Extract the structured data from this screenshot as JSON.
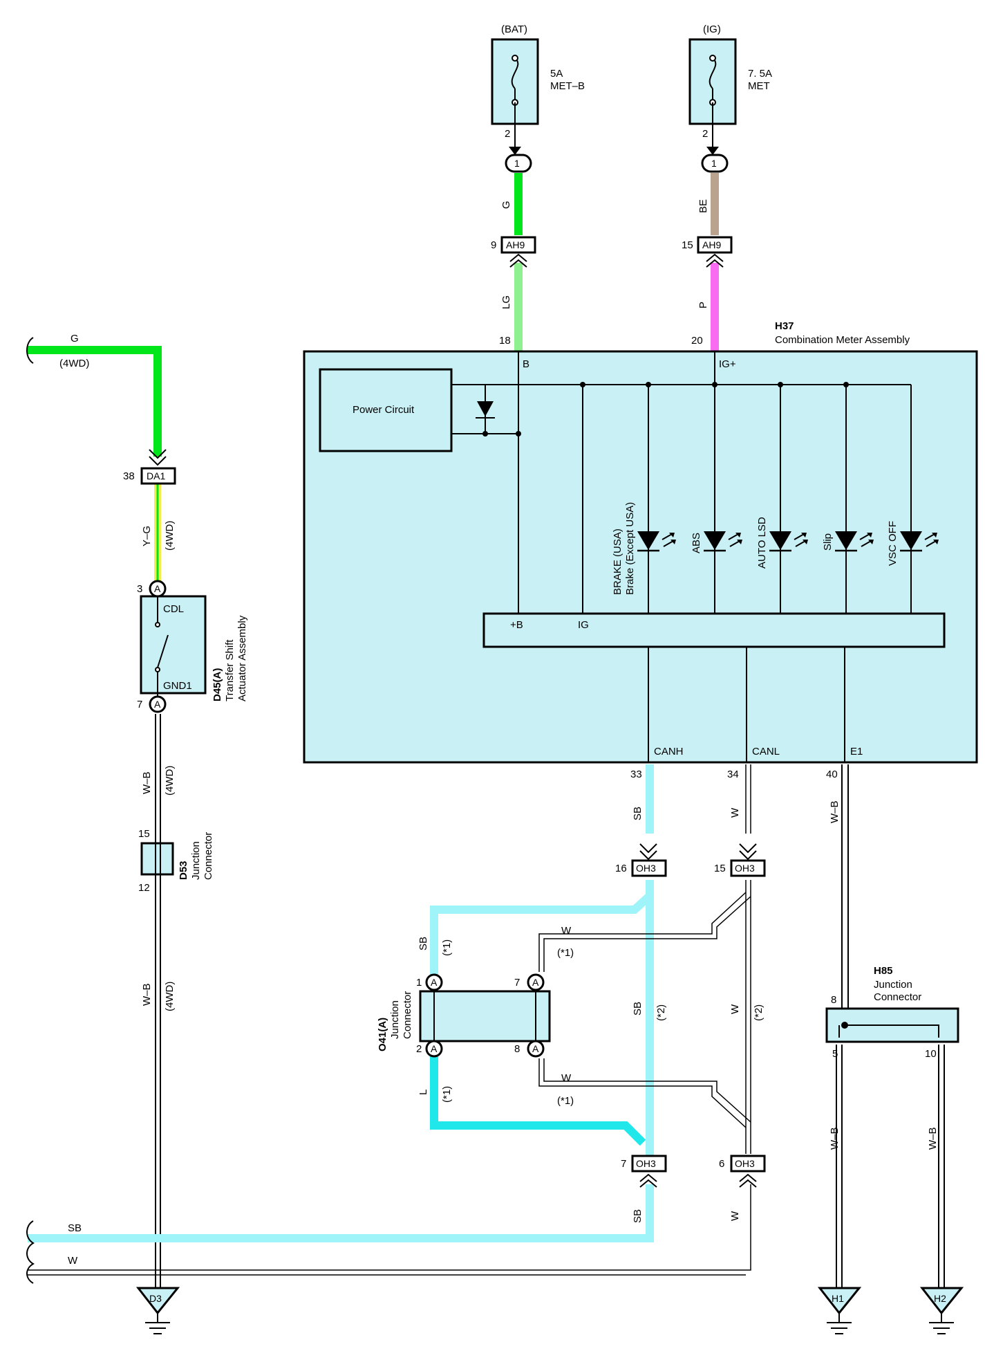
{
  "fuses": [
    {
      "source": "(BAT)",
      "rating": "5A",
      "name": "MET–B",
      "pin_out": "2",
      "junction_pin": "1"
    },
    {
      "source": "(IG)",
      "rating": "7. 5A",
      "name": "MET",
      "pin_out": "2",
      "junction_pin": "1"
    }
  ],
  "wire_colors": {
    "G": "G",
    "LG": "LG",
    "BE": "BE",
    "P": "P",
    "Y_G": "Y–G",
    "W_B": "W–B",
    "SB": "SB",
    "W": "W",
    "L": "L"
  },
  "notes": {
    "fourwd": "(4WD)",
    "star1": "(*1)",
    "star2": "(*2)"
  },
  "connectors": {
    "AH9": "AH9",
    "DA1": "DA1",
    "OH3": "OH3",
    "A": "A",
    "D3": "D3",
    "H1": "H1",
    "H2": "H2"
  },
  "pins": {
    "ah9_left": "9",
    "ah9_right": "15",
    "b": "18",
    "ig": "20",
    "da1": "38",
    "d45_top": "3",
    "d45_bottom": "7",
    "d53_top": "15",
    "d53_bottom": "12",
    "canh": "33",
    "canl": "34",
    "e1": "40",
    "oh3_16": "16",
    "oh3_15": "15",
    "oh3_7": "7",
    "oh3_6": "6",
    "o41_1": "1",
    "o41_7": "7",
    "o41_2": "2",
    "o41_8": "8",
    "h85_8": "8",
    "h85_5": "5",
    "h85_10": "10"
  },
  "meter": {
    "id": "H37",
    "name": "Combination Meter Assembly",
    "power_circuit": "Power Circuit",
    "terminal_b": "B",
    "terminal_ig": "IG+",
    "bus_plus_b": "+B",
    "bus_ig": "IG",
    "canh": "CANH",
    "canl": "CANL",
    "e1": "E1",
    "lamps": [
      {
        "line1": "BRAKE (USA)",
        "line2": "Brake (Except USA)"
      },
      {
        "line1": "ABS"
      },
      {
        "line1": "AUTO LSD"
      },
      {
        "line1": "Slip"
      },
      {
        "line1": "VSC OFF"
      }
    ]
  },
  "d45": {
    "id": "D45(A)",
    "line1": "Transfer Shift",
    "line2": "Actuator Assembly",
    "cdl": "CDL",
    "gnd1": "GND1"
  },
  "d53": {
    "id": "D53",
    "line1": "Junction",
    "line2": "Connector"
  },
  "o41": {
    "id": "O41(A)",
    "line1": "Junction",
    "line2": "Connector"
  },
  "h85": {
    "id": "H85",
    "line1": "Junction",
    "line2": "Connector"
  },
  "colors": {
    "green": "#00e61a",
    "light_green": "#8ef08e",
    "beige": "#b9a38f",
    "pink": "#f76cf0",
    "yellow_green": "#f0ee4c",
    "sky_blue": "#9ef4f8",
    "blue": "#20e8ea",
    "box_fill": "#c9f0f4"
  }
}
